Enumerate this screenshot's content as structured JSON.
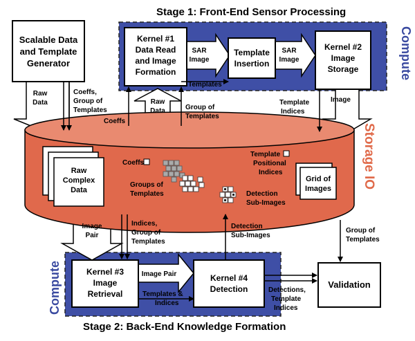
{
  "stage1_title": "Stage 1:  Front-End Sensor Processing",
  "stage2_title": "Stage 2:  Back-End Knowledge Formation",
  "compute_label": "Compute",
  "storage_label": "Storage IO",
  "colors": {
    "compute_fill": "#3f4fa6",
    "compute_text": "#3a4aa0",
    "storage_fill": "#e0694c",
    "storage_top": "#e98a70",
    "storage_text": "#e06a4a"
  },
  "boxes": {
    "generator": [
      "Scalable Data",
      "and Template",
      "Generator"
    ],
    "kernel1": [
      "Kernel #1",
      "Data Read",
      "and Image",
      "Formation"
    ],
    "template_insertion": [
      "Template",
      "Insertion"
    ],
    "kernel2": [
      "Kernel #2",
      "Image",
      "Storage"
    ],
    "kernel3": [
      "Kernel #3",
      "Image",
      "Retrieval"
    ],
    "kernel4": [
      "Kernel #4",
      "Detection"
    ],
    "validation": [
      "Validation"
    ]
  },
  "arrow_labels": {
    "sar_image_1": [
      "SAR",
      "Image"
    ],
    "sar_image_2": [
      "SAR",
      "Image"
    ],
    "templates_k1": "Templates",
    "raw_data_gen": [
      "Raw",
      "Data"
    ],
    "coeffs_group_gen": [
      "Coeffs,",
      "Group of",
      "Templates"
    ],
    "coeffs": "Coeffs",
    "raw_data_k1": [
      "Raw",
      "Data"
    ],
    "group_templates_k1": [
      "Group of",
      "Templates"
    ],
    "template_indices": [
      "Template",
      "Indices"
    ],
    "image_k2": "Image",
    "image_pair_down": [
      "Image",
      "Pair"
    ],
    "indices_group": [
      "Indices,",
      "Group of",
      "Templates"
    ],
    "detection_subimages_up": [
      "Detection",
      "Sub-Images"
    ],
    "group_templates_val": [
      "Group of",
      "Templates"
    ],
    "image_pair_k3": "Image Pair",
    "templates_indices_k3": [
      "Templates &",
      "Indices"
    ],
    "detections_template_indices": [
      "Detections,",
      "Template",
      "Indices"
    ]
  },
  "storage_items": {
    "raw_complex": [
      "Raw",
      "Complex",
      "Data"
    ],
    "coeffs": "Coeffs",
    "groups_of_templates": [
      "Groups of",
      "Templates"
    ],
    "template_positional": [
      "Template",
      "Positional",
      "Indices"
    ],
    "detection_subimages": [
      "Detection",
      "Sub-Images"
    ],
    "grid_of_images": [
      "Grid of",
      "Images"
    ]
  }
}
